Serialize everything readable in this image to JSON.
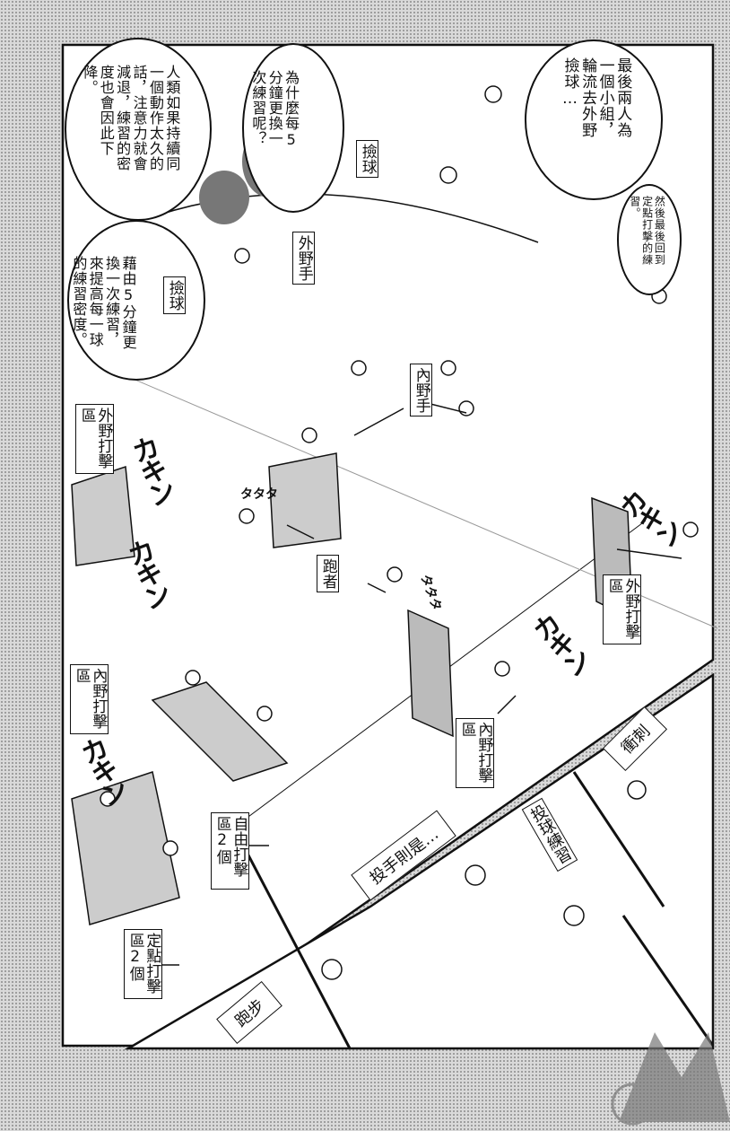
{
  "bubbles": {
    "attention": "人類如果持續同一個動作太久的話，注意力就會減退，練習的密度也會因此下降。",
    "why": "為什麼每5分鐘更換一次練習呢？",
    "last_two": "最後兩人為一個小組，輪流去外野撿球…",
    "finally": "然後最後回到定點打擊的練習。",
    "density": "藉由5分鐘更換一次練習，來提高每一球的練習密度。"
  },
  "labels": {
    "pickup_1": "撿球",
    "pickup_2": "撿球",
    "outfielder": "外野手",
    "infielder": "內野手",
    "outfield_batting_left": "外野打擊區",
    "outfield_batting_right": "外野打擊區",
    "runner": "跑者",
    "infield_batting_left": "內野打擊區",
    "infield_batting_right": "內野打擊區",
    "free_batting": "自由打擊區2個",
    "fixed_batting": "定點打擊區2個",
    "pitchers": "投手則是…",
    "pitching_practice": "投球練習",
    "sprint": "衝刺",
    "jogging": "跑步"
  },
  "sfx": {
    "hit": "カキン",
    "run": "タタタ"
  }
}
